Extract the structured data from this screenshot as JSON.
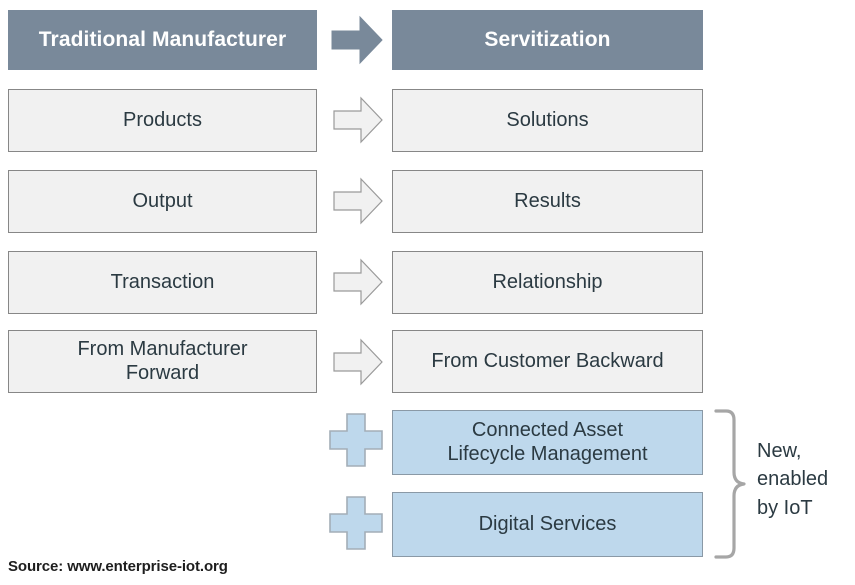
{
  "columns": {
    "left": {
      "header": "Traditional Manufacturer"
    },
    "right": {
      "header": "Servitization"
    }
  },
  "rows": [
    {
      "left": "Products",
      "right": "Solutions",
      "arrow": "arrow-right-icon"
    },
    {
      "left": "Output",
      "right": "Results",
      "arrow": "arrow-right-icon"
    },
    {
      "left": "Transaction",
      "right": "Relationship",
      "arrow": "arrow-right-icon"
    },
    {
      "left": "From Manufacturer\nForward",
      "right": "From Customer Backward",
      "arrow": "arrow-right-icon"
    }
  ],
  "additions": [
    {
      "connector": "plus-icon",
      "label": "Connected Asset\nLifecycle Management"
    },
    {
      "connector": "plus-icon",
      "label": "Digital Services"
    }
  ],
  "annotation": {
    "brace": "right-curly-brace-icon",
    "text": "New,\nenabled\nby IoT"
  },
  "footer": {
    "source": "Source: www.enterprise-iot.org"
  },
  "colors": {
    "header_fill": "#79899a",
    "plain_fill": "#f1f1f1",
    "plain_border": "#878787",
    "blue_fill": "#bed8ec",
    "blue_border": "#8a99a6",
    "arrow_outline_fill": "#f1f1f1",
    "arrow_outline_border": "#9a9a9a",
    "brace_stroke": "#a6a6a6",
    "text": "#2b3a42"
  }
}
